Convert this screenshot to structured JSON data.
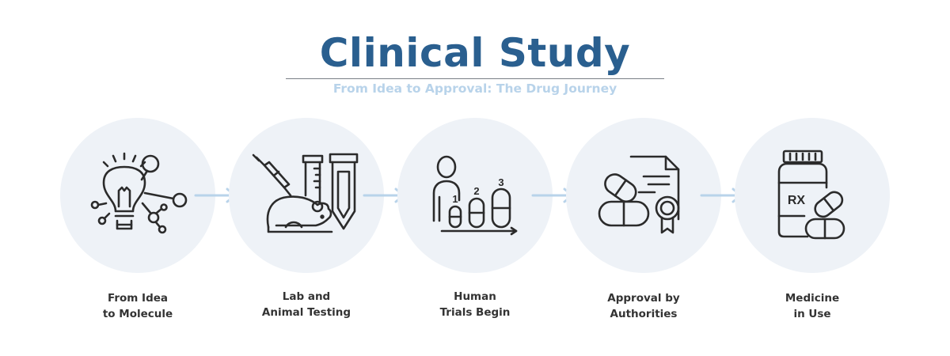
{
  "header": {
    "title": "Clinical Study",
    "subtitle": "From Idea to Approval: The Drug Journey"
  },
  "colors": {
    "title": "#2a5f8f",
    "subtitle": "#b8d3ea",
    "circle_fill": "#eef2f7",
    "arrow": "#b8d3ea",
    "icon_stroke": "#2b2b2b",
    "label_text": "#333333"
  },
  "steps": [
    {
      "icon": "lightbulb-molecule-icon",
      "label_line1": "From Idea",
      "label_line2": "to Molecule"
    },
    {
      "icon": "lab-mouse-syringe-icon",
      "label_line1": "Lab and",
      "label_line2": "Animal Testing"
    },
    {
      "icon": "human-trials-capsules-icon",
      "label_line1": "Human",
      "label_line2": "Trials Begin",
      "phase_numbers": [
        "1",
        "2",
        "3"
      ]
    },
    {
      "icon": "certificate-pills-icon",
      "label_line1": "Approval by",
      "label_line2": "Authorities"
    },
    {
      "icon": "rx-bottle-pill-icon",
      "label_line1": "Medicine",
      "label_line2": "in Use",
      "bottle_text": "RX"
    }
  ]
}
